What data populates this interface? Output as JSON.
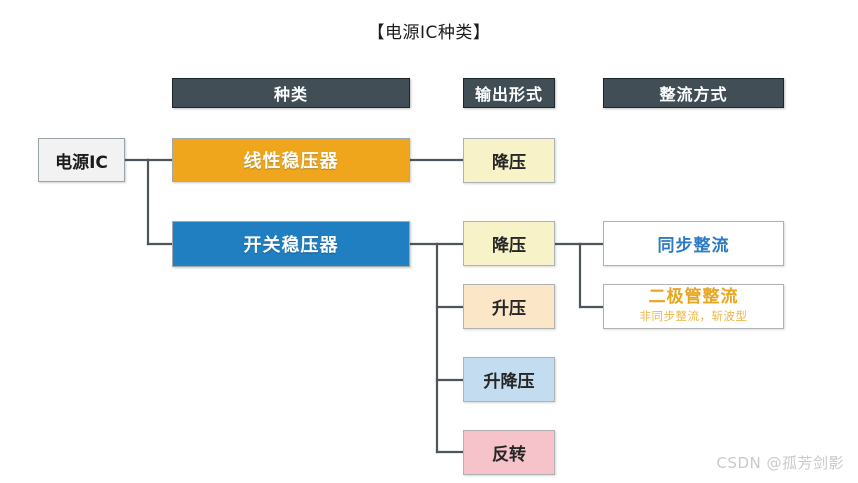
{
  "title": "【电源IC种类】",
  "headers": [
    {
      "label": "种类"
    },
    {
      "label": "输出形式"
    },
    {
      "label": "整流方式"
    }
  ],
  "root": {
    "label": "电源IC"
  },
  "categories": [
    {
      "label": "线性稳压器",
      "color": "#efa61c"
    },
    {
      "label": "开关稳压器",
      "color": "#1f7fc0"
    }
  ],
  "output_forms": [
    {
      "label": "降压",
      "color": "#f7f2c8"
    },
    {
      "label": "降压",
      "color": "#f7f2c8"
    },
    {
      "label": "升压",
      "color": "#fbe6c8"
    },
    {
      "label": "升降压",
      "color": "#c3dcef"
    },
    {
      "label": "反转",
      "color": "#f6c3cb"
    }
  ],
  "rectification": [
    {
      "label": "同步整流",
      "sub": "",
      "color": "#2b7cc4"
    },
    {
      "label": "二极管整流",
      "sub": "非同步整流，斩波型",
      "color": "#e8a520"
    }
  ],
  "watermark": "CSDN @孤芳剑影",
  "colors": {
    "header_bg": "#414e56",
    "line": "#4d565c",
    "root_bg": "#f2f2f2",
    "background": "#ffffff"
  }
}
